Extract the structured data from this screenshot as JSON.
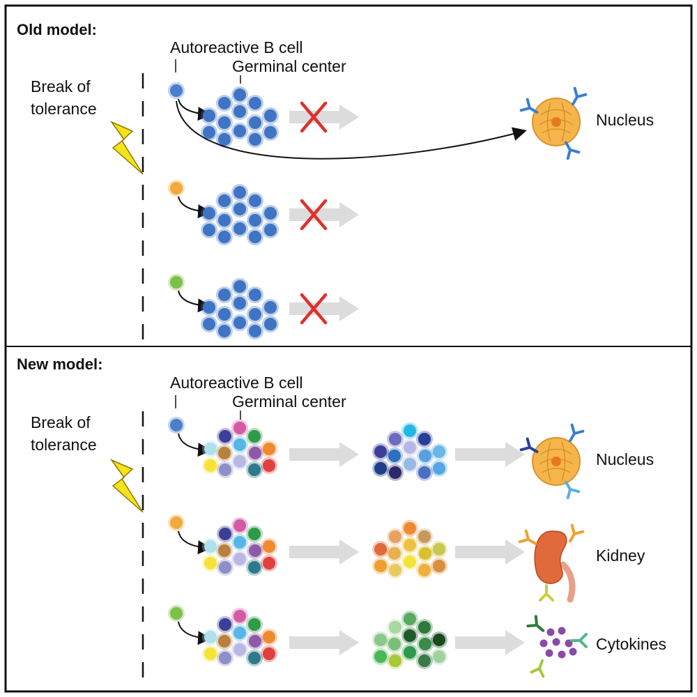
{
  "old_model": {
    "title": "Old model:",
    "b_cell_label": "Autoreactive B cell",
    "gc_label": "Germinal center",
    "trigger_line1": "Break of",
    "trigger_line2": "tolerance",
    "target_label": "Nucleus",
    "rows": [
      {
        "b_cell_color": "#4a7fc9",
        "blocked": true
      },
      {
        "b_cell_color": "#f2a93b",
        "blocked": true
      },
      {
        "b_cell_color": "#7cc04a",
        "blocked": true
      }
    ]
  },
  "new_model": {
    "title": "New model:",
    "b_cell_label": "Autoreactive B cell",
    "gc_label": "Germinal center",
    "trigger_line1": "Break of",
    "trigger_line2": "tolerance",
    "rows": [
      {
        "b_cell_color": "#4a7fc9",
        "target_label": "Nucleus"
      },
      {
        "b_cell_color": "#f2a93b",
        "target_label": "Kidney"
      },
      {
        "b_cell_color": "#7cc04a",
        "target_label": "Cytokines"
      }
    ]
  },
  "colors": {
    "blue_cell": "#3f74c4",
    "arrow_grey": "#dcdcdc",
    "block_x": "#e0302b",
    "lightning": "#f7e21b",
    "nucleus": "#f5b54a",
    "kidney": "#e06a3a"
  }
}
